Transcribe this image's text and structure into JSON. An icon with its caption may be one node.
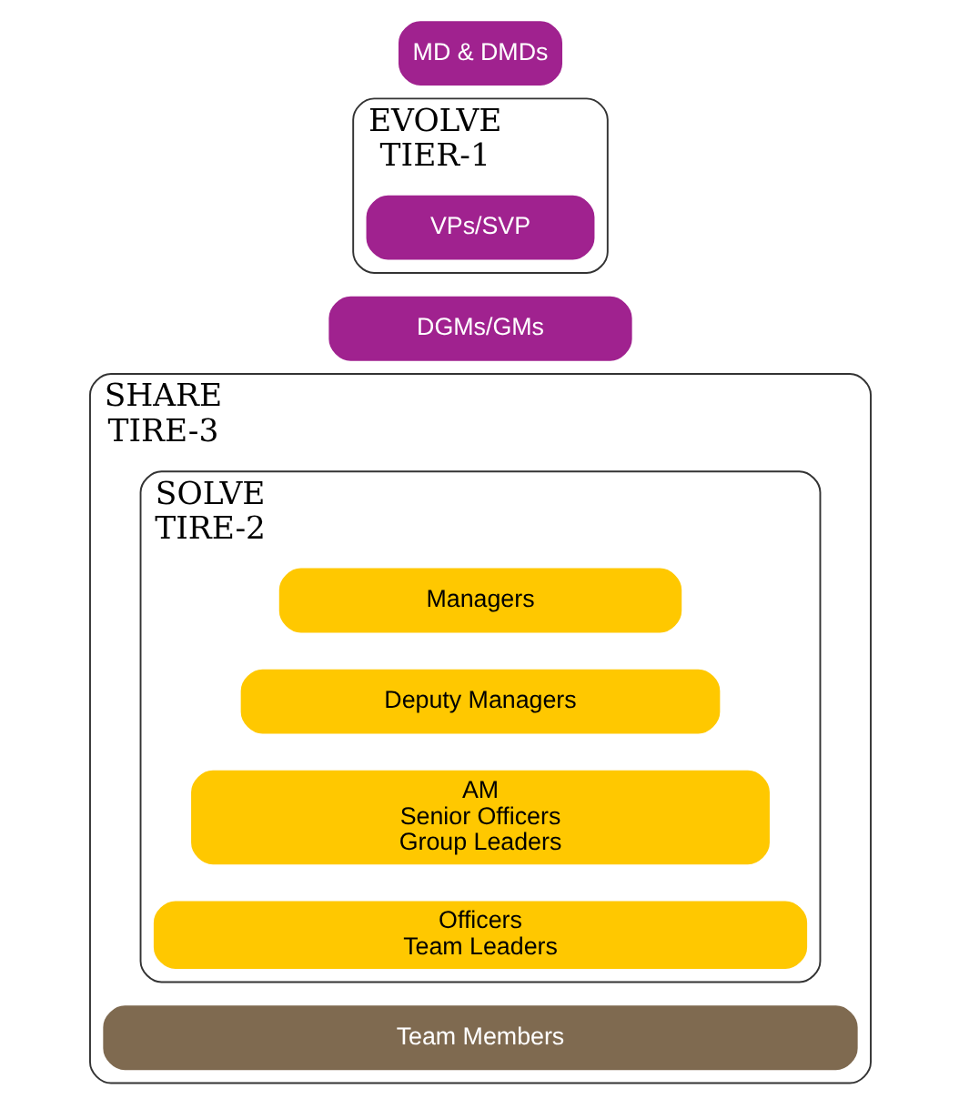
{
  "diagram": {
    "nodes": [
      {
        "text": [
          "EVOLVE",
          "TIER-1"
        ]
      },
      {
        "text": [
          "MD & DMDs"
        ]
      },
      {
        "text": [
          "VPs/SVP"
        ],
        "in": 0
      },
      {
        "text": [
          "DGMs/GMs"
        ]
      },
      {
        "text": [
          "SHARE",
          "TIRE-3"
        ]
      },
      {
        "text": [
          "SOLVE",
          "TIRE-2"
        ],
        "in": 4
      },
      {
        "text": [
          "Managers"
        ],
        "in": 5
      },
      {
        "text": [
          "Deputy Managers"
        ],
        "in": 5
      },
      {
        "text": [
          "AM",
          "Senior Officers",
          "Group Leaders"
        ],
        "in": 5
      },
      {
        "text": [
          "Officers",
          "Team Leaders"
        ],
        "in": 5
      },
      {
        "text": [
          "Team Members"
        ],
        "in": 4
      }
    ]
  }
}
